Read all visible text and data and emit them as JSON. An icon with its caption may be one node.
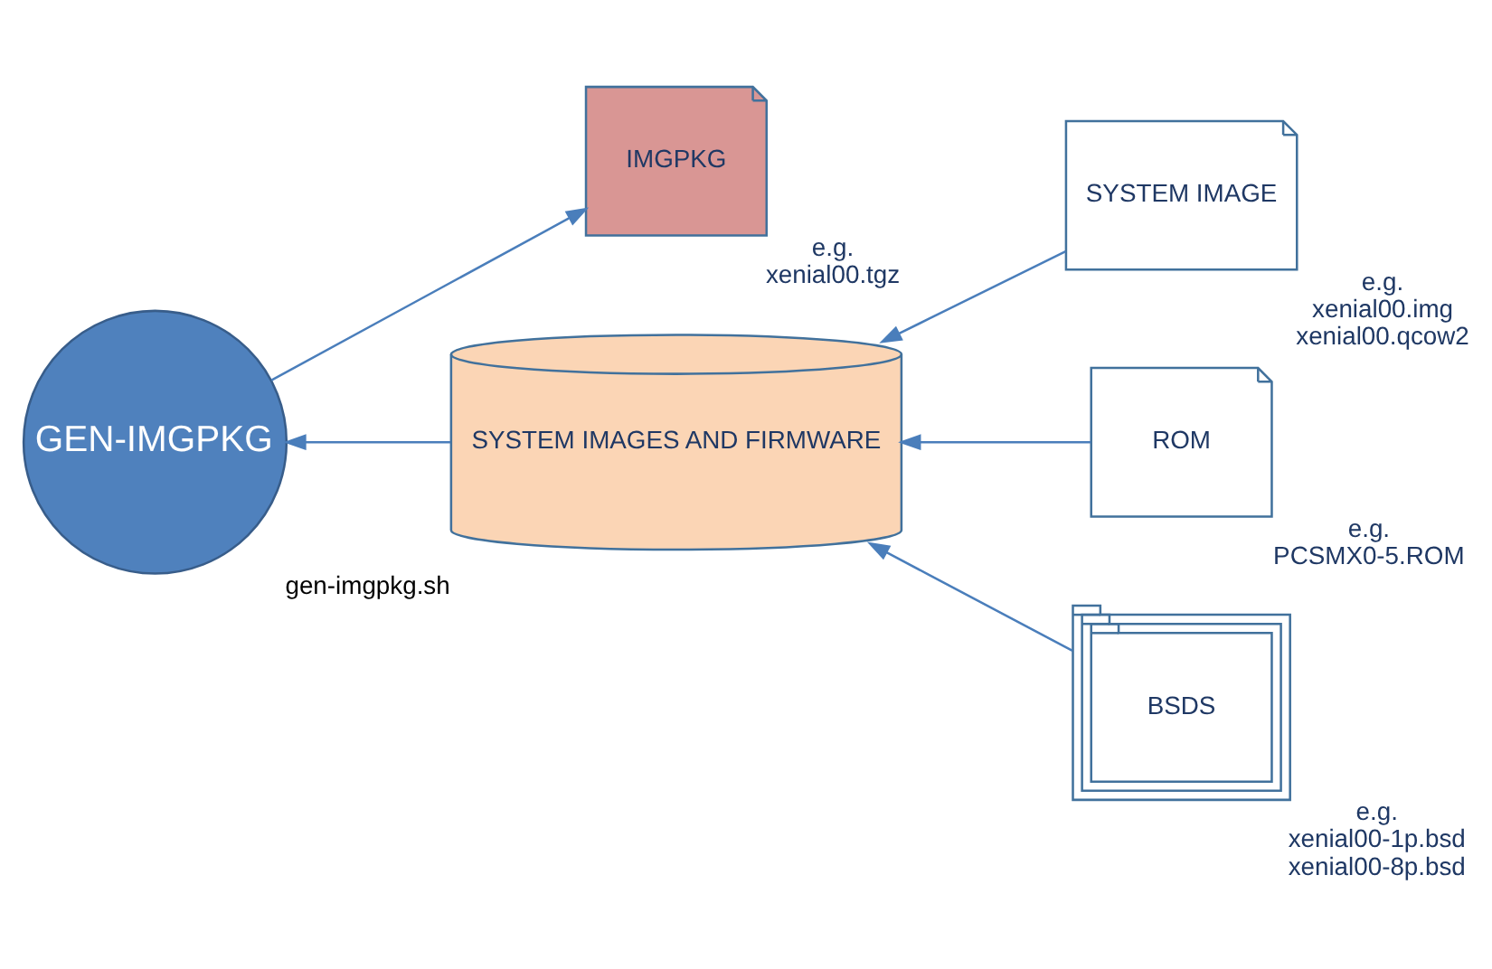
{
  "diagram": {
    "nodes": [
      {
        "text": [
          "GEN-IMGPKG"
        ],
        "beside": [
          "gen-imgpkg.sh"
        ]
      },
      {
        "text": [
          "IMGPKG"
        ],
        "beside": [
          "e.g.",
          "xenial00.tgz"
        ]
      },
      {
        "text": [
          "SYSTEM IMAGES AND FIRMWARE"
        ]
      },
      {
        "text": [
          "SYSTEM IMAGE"
        ],
        "beside": [
          "e.g.",
          "xenial00.img",
          "xenial00.qcow2"
        ]
      },
      {
        "text": [
          "ROM"
        ],
        "beside": [
          "e.g.",
          "PCSMX0-5.ROM"
        ]
      },
      {
        "text": [
          "BSDS"
        ],
        "beside": [
          "e.g.",
          "xenial00-1p.bsd",
          "xenial00-8p.bsd"
        ]
      }
    ],
    "edges": [
      {
        "from": 0,
        "to": 1,
        "arrow": "to"
      },
      {
        "from": 2,
        "to": 0,
        "arrow": "to"
      },
      {
        "from": 3,
        "to": 2,
        "arrow": "to"
      },
      {
        "from": 4,
        "to": 2,
        "arrow": "to"
      },
      {
        "from": 5,
        "to": 2,
        "arrow": "to"
      }
    ]
  }
}
